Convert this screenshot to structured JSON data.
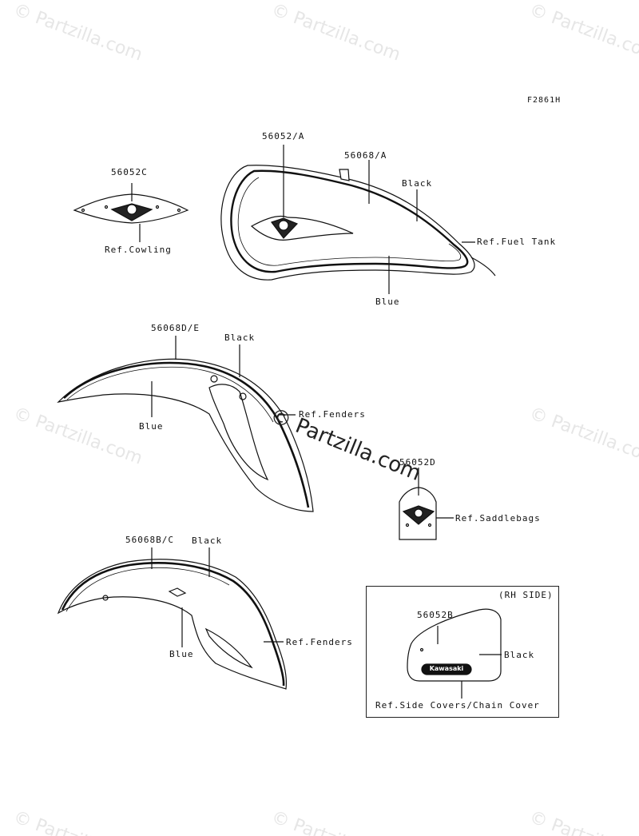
{
  "figure_code": "F2861H",
  "watermark": "© Partzilla.com",
  "watermark_center": "© Partzilla.com",
  "parts": {
    "cowling": {
      "part_no": "56052C",
      "ref": "Ref.Cowling"
    },
    "fuel_tank": {
      "part_no_a": "56052/A",
      "part_no_b": "56068/A",
      "color_black": "Black",
      "color_blue": "Blue",
      "ref": "Ref.Fuel Tank"
    },
    "front_fender": {
      "part_no": "56068D/E",
      "color_black": "Black",
      "color_blue": "Blue",
      "ref": "Ref.Fenders"
    },
    "saddlebags": {
      "part_no": "56052D",
      "ref": "Ref.Saddlebags"
    },
    "rear_fender": {
      "part_no": "56068B/C",
      "color_black": "Black",
      "color_blue": "Blue",
      "ref": "Ref.Fenders"
    },
    "side_cover": {
      "side": "(RH SIDE)",
      "part_no": "56052B",
      "color_black": "Black",
      "emblem": "Kawasaki",
      "ref": "Ref.Side Covers/Chain Cover"
    }
  }
}
